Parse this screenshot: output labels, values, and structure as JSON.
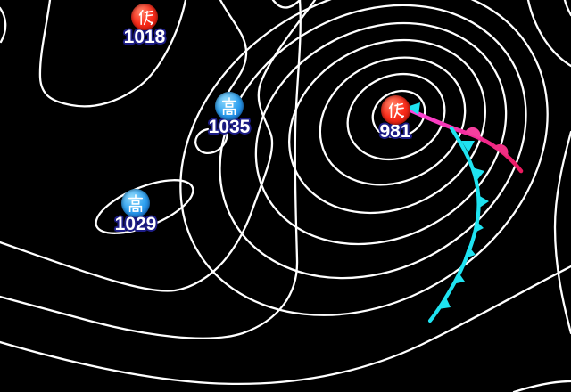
{
  "map": {
    "kind": "surface-pressure-weather-map",
    "background_color": "#000000",
    "isobar_color": "#ffffff",
    "label_outline_color": "#1c1c85",
    "centers": [
      {
        "kind": "low",
        "symbol": "低",
        "pressure": "1018",
        "circle_color": "#e8140a"
      },
      {
        "kind": "high",
        "symbol": "高",
        "pressure": "1035",
        "circle_color": "#1b78dd"
      },
      {
        "kind": "high",
        "symbol": "高",
        "pressure": "1029",
        "circle_color": "#1b78dd"
      },
      {
        "kind": "low",
        "symbol": "低",
        "pressure": "981",
        "circle_color": "#e8140a"
      }
    ],
    "fronts": [
      {
        "kind": "warm-front",
        "color_start": "#ff4ae2",
        "color_end": "#ea1a5e"
      },
      {
        "kind": "cold-front",
        "color": "#1fe3f1"
      }
    ]
  }
}
